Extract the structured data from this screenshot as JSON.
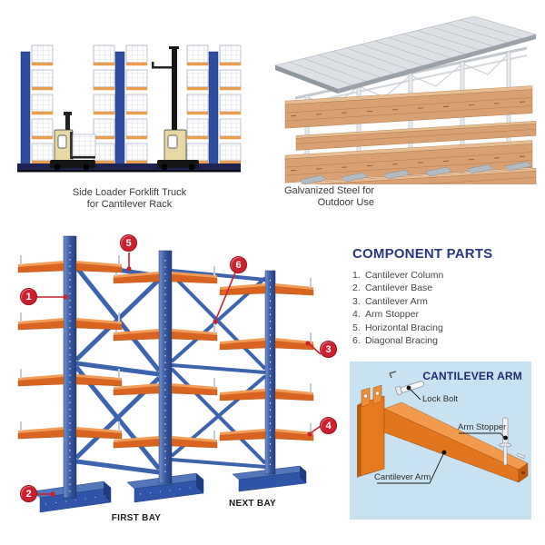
{
  "panels": {
    "sideloader": {
      "caption_line1": "Side Loader Forklift Truck",
      "caption_line2": "for Cantilever Rack"
    },
    "outdoor": {
      "caption_line1": "Galvanized Steel for",
      "caption_line2": "Outdoor Use"
    },
    "diagram": {
      "first_bay_label": "FIRST BAY",
      "next_bay_label": "NEXT BAY",
      "callouts": [
        {
          "number": "1"
        },
        {
          "number": "2"
        },
        {
          "number": "3"
        },
        {
          "number": "4"
        },
        {
          "number": "5"
        },
        {
          "number": "6"
        }
      ]
    },
    "component_parts": {
      "title": "COMPONENT PARTS",
      "items": [
        {
          "number": "1.",
          "label": "Cantilever Column"
        },
        {
          "number": "2.",
          "label": "Cantilever Base"
        },
        {
          "number": "3.",
          "label": "Cantilever Arm"
        },
        {
          "number": "4.",
          "label": "Arm Stopper"
        },
        {
          "number": "5.",
          "label": "Horizontal Bracing"
        },
        {
          "number": "6.",
          "label": "Diagonal Bracing"
        }
      ]
    },
    "arm_detail": {
      "title": "CANTILEVER ARM",
      "labels": {
        "lock_bolt": "Lock Bolt",
        "arm_stopper": "Arm Stopper",
        "cantilever_arm": "Cantilever Arm"
      }
    }
  },
  "colors": {
    "callout_red": "#cd1f2d",
    "rack_blue": "#3a62ae",
    "arm_orange": "#e2711f",
    "navy_heading": "#27377e",
    "detail_box_bg": "#c8e2f1",
    "lumber_tan": "#d9a173",
    "galvanized_gray": "#c9ced4"
  }
}
